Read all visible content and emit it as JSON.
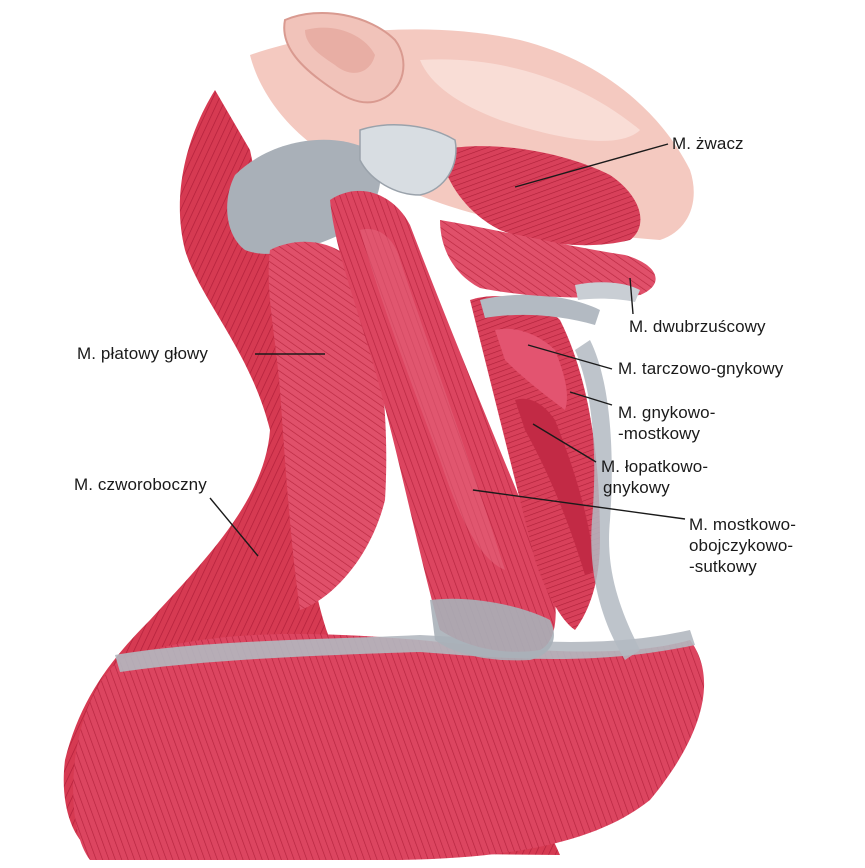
{
  "labels": {
    "masseter": "M. żwacz",
    "digastric": "M. dwubrzuścowy",
    "splenius": "M. płatowy głowy",
    "thyrohyoid": "M. tarczowo-gnykowy",
    "sternohyoid": [
      "M. gnykowo-",
      "-mostkowy"
    ],
    "omohyoid": [
      "M. łopatkowo-",
      "gnykowy"
    ],
    "trapezius": "M. czworoboczny",
    "sternocleidomastoid": [
      "M. mostkowo-",
      "obojczykowo-",
      "-sutkowy"
    ]
  },
  "colors": {
    "muscle": "#d63a52",
    "muscle_dark": "#b21f3a",
    "muscle_light": "#e8607a",
    "tendon": "#a9b0b8",
    "skin": "#f4c9c0",
    "leader_line": "#1a1a1a"
  }
}
